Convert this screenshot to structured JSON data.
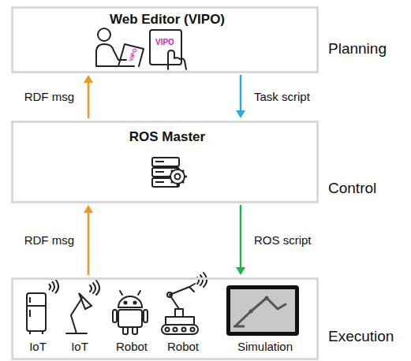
{
  "diagram": {
    "nodes": [
      {
        "text": [
          "Web Editor (VIPO)"
        ]
      },
      {
        "text": [
          "ROS Master"
        ]
      },
      {
        "text": [
          "IoT",
          "IoT",
          "Robot",
          "Robot",
          "Simulation"
        ]
      }
    ],
    "edges": [
      {
        "from": 1,
        "to": 0,
        "arrow": "to",
        "label": "RDF msg"
      },
      {
        "from": 0,
        "to": 1,
        "arrow": "to",
        "label": "Task script"
      },
      {
        "from": 2,
        "to": 1,
        "arrow": "to",
        "label": "RDF msg"
      },
      {
        "from": 1,
        "to": 2,
        "arrow": "to",
        "label": "ROS script"
      }
    ],
    "labels": [
      "Planning",
      "Control",
      "Execution",
      "VIPO",
      "VIPO"
    ]
  }
}
